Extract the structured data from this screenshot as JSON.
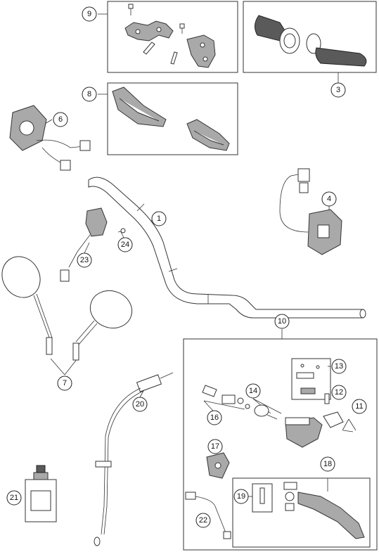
{
  "callouts": {
    "c1": "1",
    "c3": "3",
    "c4": "4",
    "c6": "6",
    "c7": "7",
    "c8": "8",
    "c9": "9",
    "c10": "10",
    "c11": "11",
    "c12": "12",
    "c13": "13",
    "c14": "14",
    "c16": "16",
    "c17": "17",
    "c18": "18",
    "c19": "19",
    "c20": "20",
    "c21": "21",
    "c22": "22",
    "c23": "23",
    "c24": "24"
  }
}
